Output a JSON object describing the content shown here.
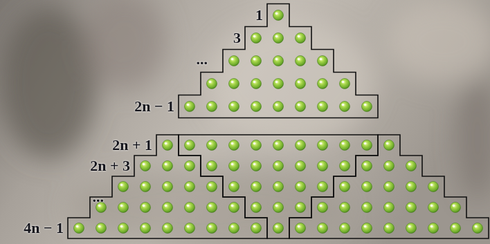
{
  "diagram": {
    "labels": [
      "1",
      "3",
      "...",
      "2n − 1",
      "2n + 1",
      "2n + 3",
      "...",
      "4n − 1"
    ]
  }
}
